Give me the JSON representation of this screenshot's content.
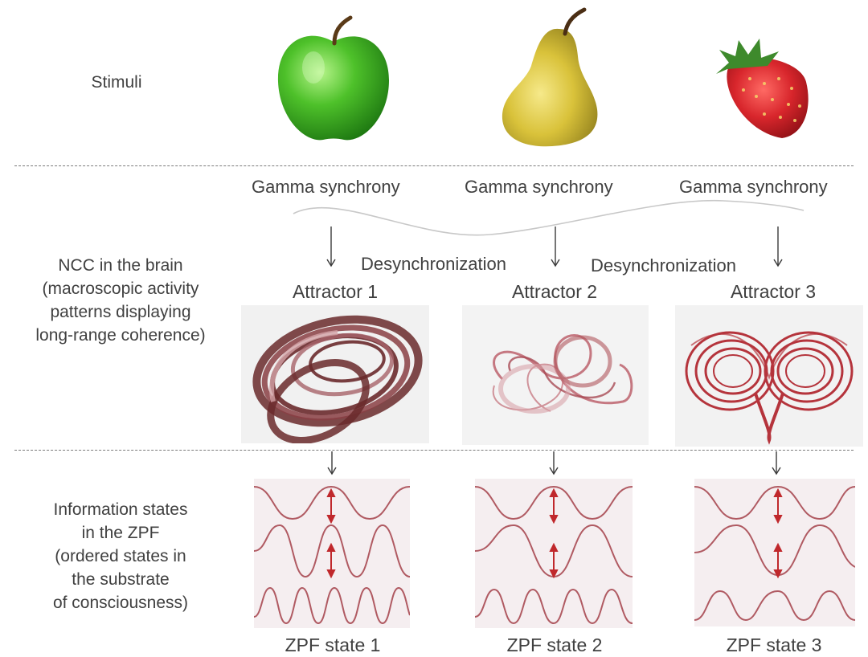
{
  "rows": {
    "stimuli": "Stimuli",
    "ncc": [
      "NCC  in the brain",
      "(macroscopic activity",
      "patterns displaying",
      "long-range  coherence)"
    ],
    "info": [
      "Information  states",
      "in the ZPF",
      "(ordered states in",
      "the substrate",
      "of consciousness)"
    ]
  },
  "stimuli": [
    {
      "name": "apple",
      "color": "#4ec12a"
    },
    {
      "name": "pear",
      "color": "#d9c23a"
    },
    {
      "name": "strawberry",
      "color": "#d8262c"
    }
  ],
  "gamma_labels": [
    "Gamma synchrony",
    "Gamma synchrony",
    "Gamma synchrony"
  ],
  "desync_labels": [
    "Desynchronization",
    "Desynchronization"
  ],
  "attractors": [
    "Attractor 1",
    "Attractor 2",
    "Attractor 3"
  ],
  "zpf_states": [
    "ZPF state 1",
    "ZPF state 2",
    "ZPF state 3"
  ],
  "colors": {
    "wave": "#b05a62",
    "arrow": "#c0282c",
    "attractor1": "#6a2a2c",
    "attractor2": "#c06a74",
    "attractor3": "#b5343c",
    "text": "#404040"
  }
}
